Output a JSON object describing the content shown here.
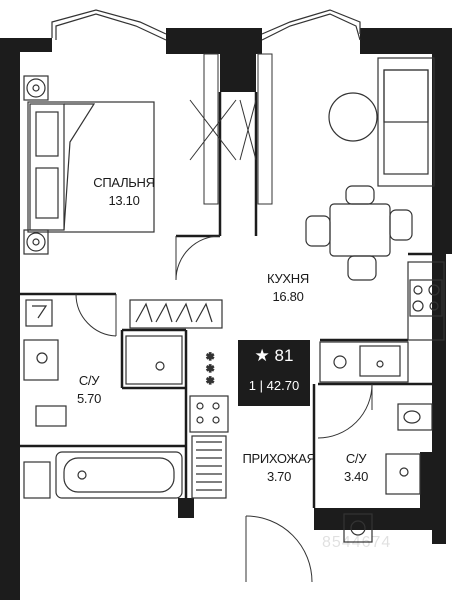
{
  "rooms": {
    "bedroom": {
      "name": "СПАЛЬНЯ",
      "area": "13.10"
    },
    "kitchen": {
      "name": "КУХНЯ",
      "area": "16.80"
    },
    "bathroom_main": {
      "name": "С/У",
      "area": "5.70"
    },
    "hallway": {
      "name": "ПРИХОЖАЯ",
      "area": "3.70"
    },
    "bathroom_small": {
      "name": "С/У",
      "area": "3.40"
    }
  },
  "badge": {
    "star": "★",
    "unit_number": "81",
    "rooms_count": "1",
    "separator": "|",
    "total_area": "42.70"
  },
  "watermark": "8544674",
  "colors": {
    "wall": "#1c1c1c",
    "line": "#333333",
    "badge_bg": "#1c1c1c",
    "background": "#ffffff"
  }
}
